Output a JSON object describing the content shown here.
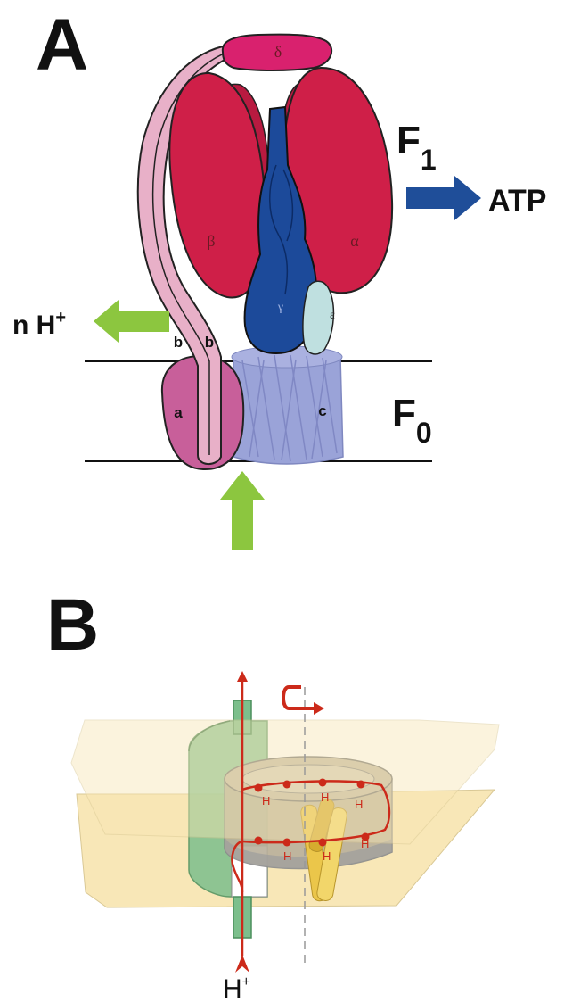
{
  "panels": {
    "a": {
      "label": "A"
    },
    "b": {
      "label": "B"
    }
  },
  "panel_a": {
    "f1_main": "F",
    "f1_sub": "1",
    "f0_main": "F",
    "f0_sub": "0",
    "atp": "ATP",
    "proton_out_main": "n H",
    "proton_out_sup": "+",
    "subunits": {
      "delta": "δ",
      "beta": "β",
      "alpha": "α",
      "gamma": "γ",
      "epsilon": "ε",
      "a": "a",
      "b1": "b",
      "b2": "b",
      "c": "c"
    }
  },
  "panel_b": {
    "proton_main": "H",
    "proton_sup": "+",
    "h_top": [
      "H",
      "H",
      "H"
    ],
    "h_bottom": [
      "H",
      "H",
      "H"
    ]
  },
  "colors": {
    "f1_red": "#cf1f48",
    "delta_magenta": "#d9216e",
    "gamma_blue": "#1c4a9a",
    "stator_pink": "#e8b0c8",
    "a_subunit": "#c85f9a",
    "c_ring": "#9aa3d8",
    "epsilon_teal": "#bfe0e0",
    "proton_green": "#8cc63f",
    "atp_blue": "#1f4e99",
    "membrane_tan": "#f8e6b4",
    "stator_green": "#7cbf8c",
    "proton_path_red": "#cc2a1a",
    "c_helix_yellow": "#ebc64a"
  }
}
